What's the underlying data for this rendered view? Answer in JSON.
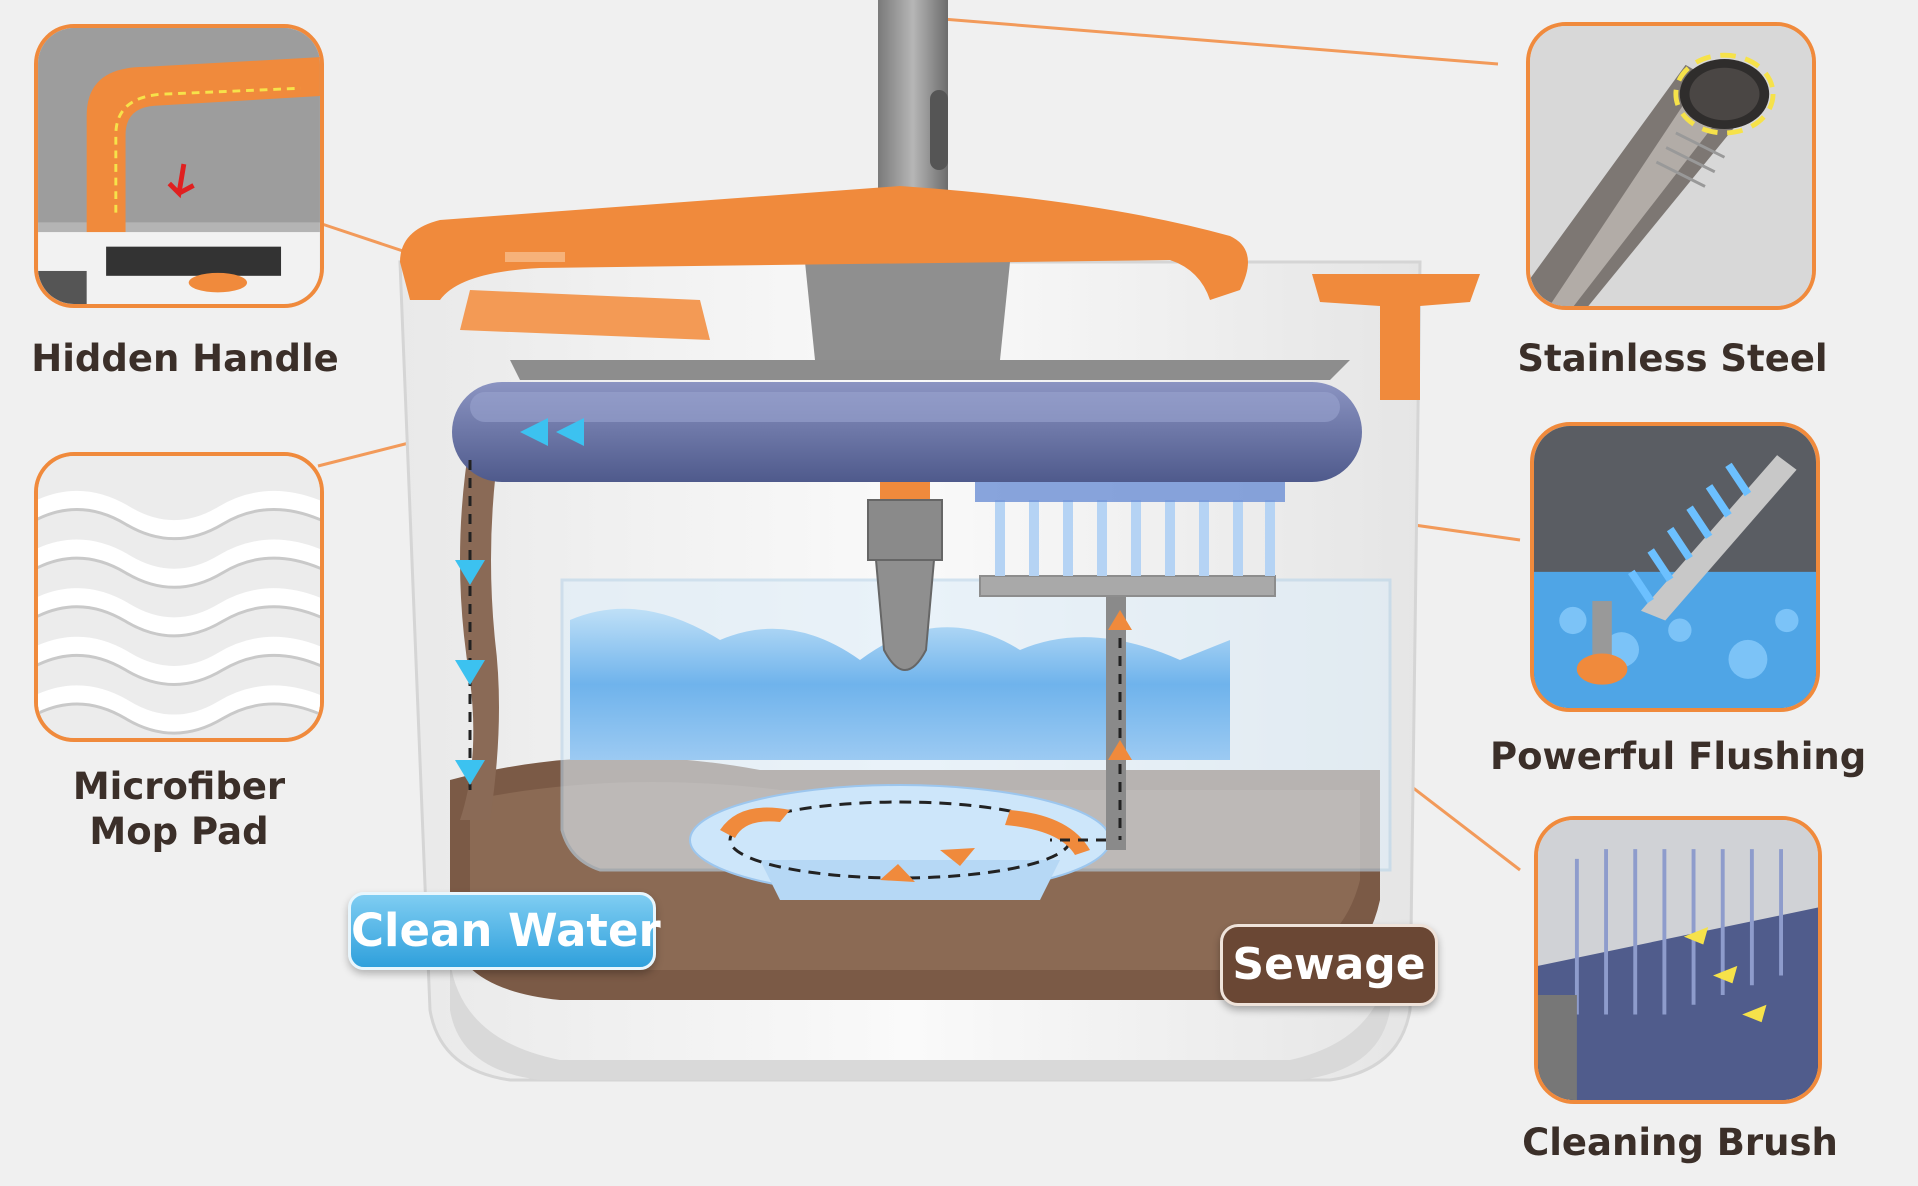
{
  "features": {
    "hidden_handle": "Hidden Handle",
    "stainless_steel": "Stainless Steel",
    "microfiber_line1": "Microfiber",
    "microfiber_line2": "Mop Pad",
    "powerful_flushing": "Powerful Flushing",
    "cleaning_brush": "Cleaning Brush"
  },
  "tags": {
    "clean_water": "Clean Water",
    "sewage": "Sewage"
  },
  "colors": {
    "accent_orange": "#f08a3c",
    "caption_text": "#3b2f29",
    "clean_water_blue": "#2fa0dc",
    "sewage_brown": "#6a4734",
    "mop_pad_blue": "#5e6a9c"
  }
}
